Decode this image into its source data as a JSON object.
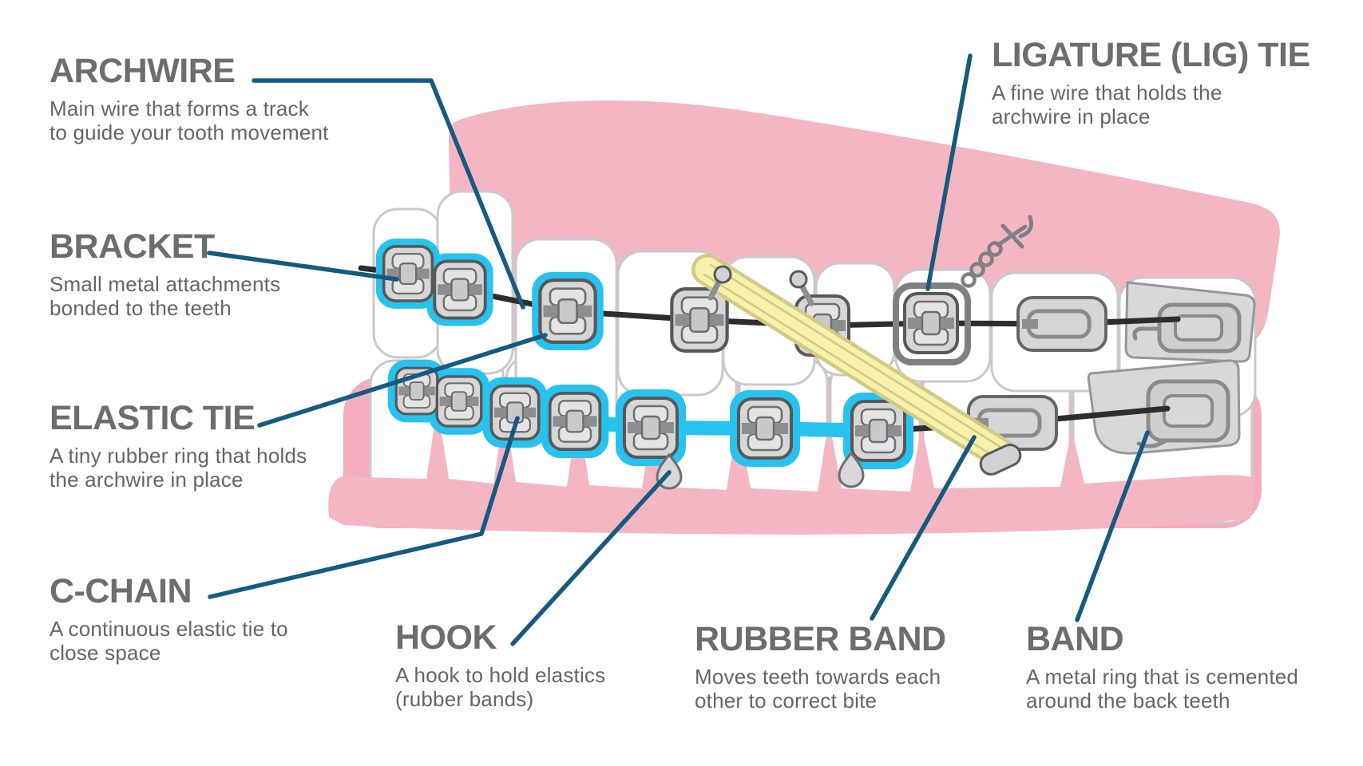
{
  "page": {
    "background": "#ffffff"
  },
  "colors": {
    "leader_line": "#175a80",
    "label_title": "#6c6d6f",
    "label_description": "#646569",
    "gum_pink": "#f5b6c4",
    "gum_pink_deep": "#f2aebf",
    "tooth_white": "#ffffff",
    "tooth_outline": "#c9c9ca",
    "bracket_gray": "#d6d6d6",
    "bracket_outline": "#58585a",
    "archwire_dark": "#2d2d2f",
    "elastic_cyan": "#27c2ee",
    "rubber_band_yellow": "#f6f1ab",
    "rubber_band_edge": "#d3ca85",
    "ligature_gray": "#808083"
  },
  "labels": {
    "archwire": {
      "title": "ARCHWIRE",
      "line1": "Main wire that forms a track",
      "line2": "to guide your tooth movement"
    },
    "bracket": {
      "title": "BRACKET",
      "line1": "Small metal attachments",
      "line2": "bonded to the teeth"
    },
    "elastic_tie": {
      "title": "ELASTIC TIE",
      "line1": "A tiny rubber ring that holds",
      "line2": "the archwire in place"
    },
    "c_chain": {
      "title": "C-CHAIN",
      "line1": "A continuous elastic tie to",
      "line2": "close space"
    },
    "hook": {
      "title": "HOOK",
      "line1": "A hook to hold elastics",
      "line2": "(rubber bands)"
    },
    "rubber_band": {
      "title": "RUBBER BAND",
      "line1": "Moves teeth towards each",
      "line2": "other to correct bite"
    },
    "band": {
      "title": "BAND",
      "line1": "A metal ring that is cemented",
      "line2": "around the back teeth"
    },
    "ligature_tie": {
      "title": "LIGATURE (LIG) TIE",
      "line1": "A fine wire that holds the",
      "line2": "archwire in place"
    }
  }
}
